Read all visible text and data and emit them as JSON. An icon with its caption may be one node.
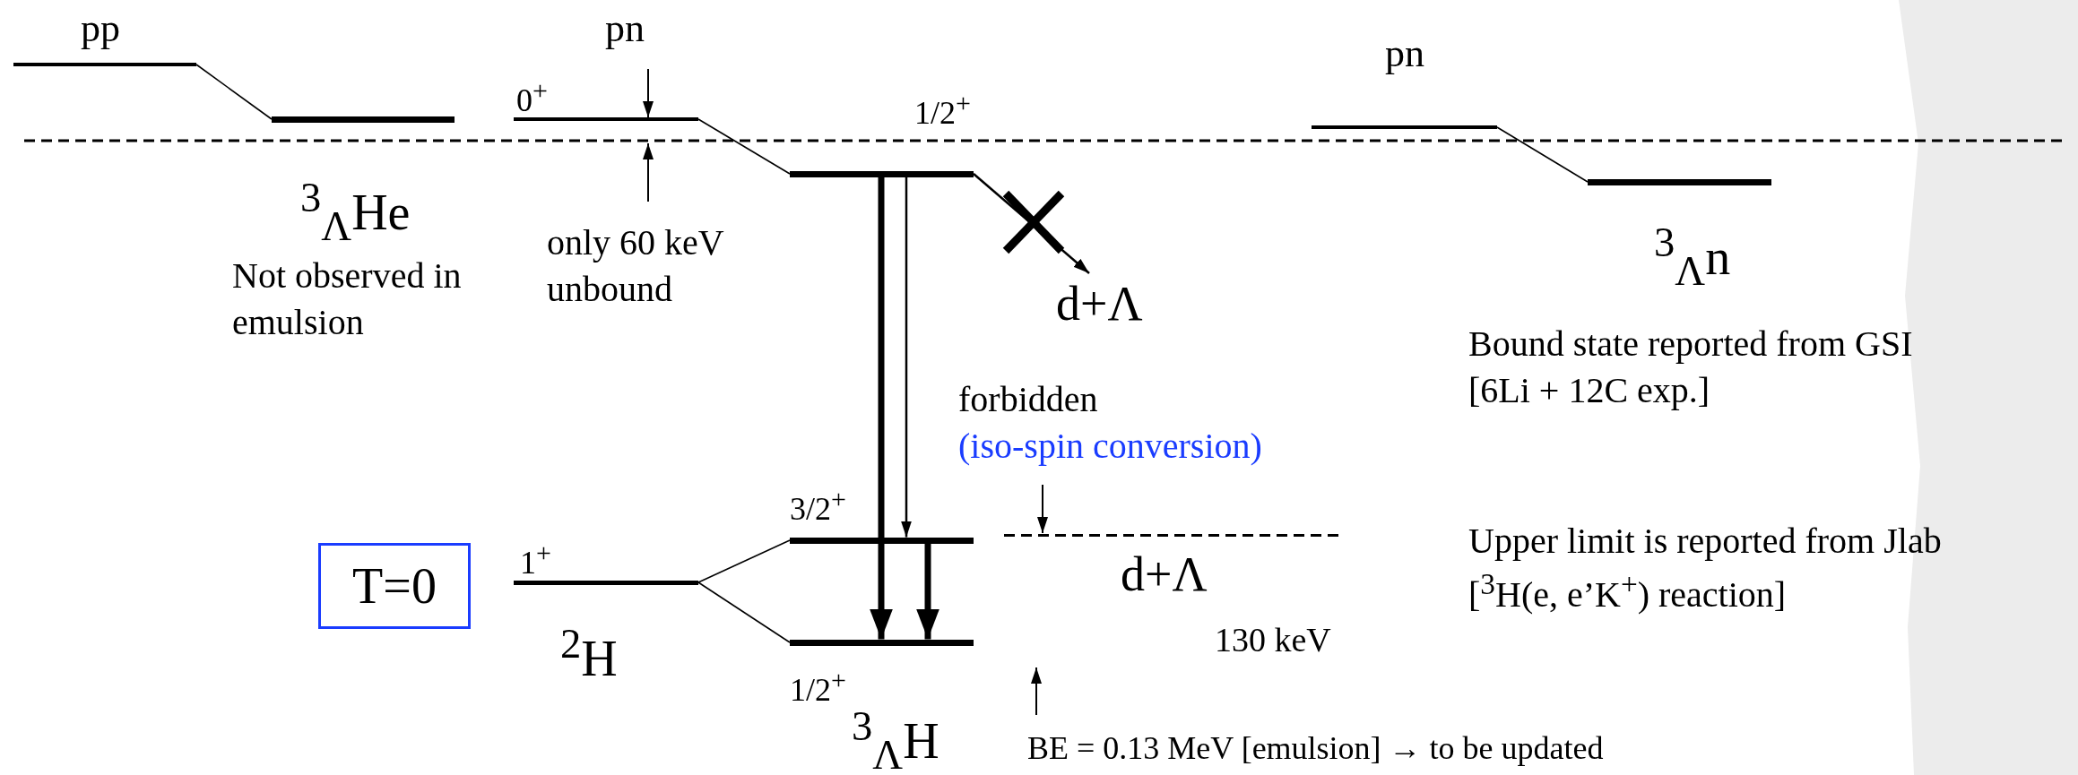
{
  "diagram": {
    "nodes": [
      {
        "text": [
          "pp"
        ]
      },
      {
        "text": [
          "$^{3}$$_{Λ}$He"
        ],
        "beside": [
          "Not observed in emulsion"
        ]
      },
      {
        "text": [
          "pn",
          "0$^{+}$"
        ]
      },
      {
        "text": [
          "1/2$^{+}$"
        ]
      },
      {
        "text": [
          "d+Λ"
        ]
      },
      {
        "text": [
          "pn"
        ]
      },
      {
        "text": [
          "$^{3}$$_{Λ}$n"
        ]
      },
      {
        "text": [
          "T=0"
        ]
      },
      {
        "text": [
          "1$^{+}$",
          "$^{2}$H"
        ]
      },
      {
        "text": [
          "3/2$^{+}$"
        ]
      },
      {
        "text": [
          "1/2$^{+}$",
          "$^{3}$$_{Λ}$H"
        ]
      },
      {
        "text": [
          "d+Λ"
        ]
      }
    ],
    "edges": [
      {
        "from": 0,
        "to": 1,
        "arrow": "none"
      },
      {
        "from": 2,
        "to": 3,
        "arrow": "none"
      },
      {
        "from": 5,
        "to": 6,
        "arrow": "none"
      },
      {
        "from": 8,
        "to": 9,
        "arrow": "none"
      },
      {
        "from": 8,
        "to": 10,
        "arrow": "none"
      },
      {
        "from": 3,
        "to": 4,
        "arrow": "to"
      },
      {
        "from": 3,
        "to": 10,
        "arrow": "to",
        "style": "thick"
      },
      {
        "from": 3,
        "to": 9,
        "arrow": "to"
      },
      {
        "from": 9,
        "to": 10,
        "arrow": "to",
        "style": "thick"
      }
    ],
    "labels": [
      "only 60 keV unbound",
      "forbidden",
      "(iso-spin conversion)",
      "130 keV",
      "Bound state reported from GSI [6Li + 12C exp.]",
      "Upper limit is reported from Jlab [$^{3}$H(e, e’K$^{+}$) reaction]",
      "BE = 0.13 MeV [emulsion] → to be updated"
    ]
  }
}
